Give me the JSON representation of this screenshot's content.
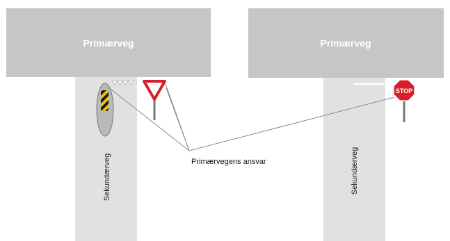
{
  "diagrams": [
    {
      "primary_road_label": "Primærveg",
      "secondary_road_label": "Sekundærveg",
      "control_sign": "yield-sign",
      "has_traffic_island": true
    },
    {
      "primary_road_label": "Primærveg",
      "secondary_road_label": "Sekundærveg",
      "control_sign": "stop-sign",
      "stop_text": "STOP"
    }
  ],
  "callout": {
    "text": "Primærvegens ansvar"
  },
  "colors": {
    "primary_road": "#c6c6c6",
    "secondary_road": "#e1e1e1",
    "sign_red": "#d8202a",
    "leader_line": "#8a8a8a",
    "island": "#b9b9b9",
    "hazard_yellow": "#f2c500"
  }
}
